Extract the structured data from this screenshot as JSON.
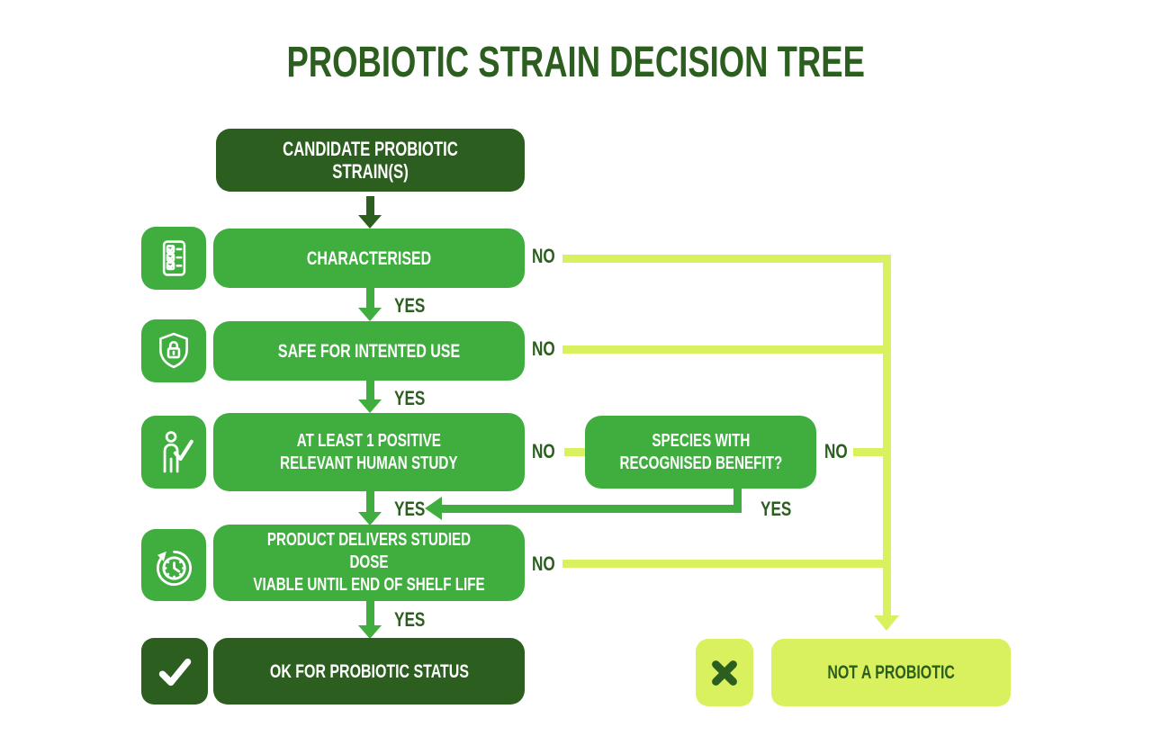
{
  "title": "PROBIOTIC STRAIN DECISION TREE",
  "labels": {
    "yes": "YES",
    "no": "NO"
  },
  "colors": {
    "dark_green": "#2b5e1f",
    "green": "#3fae3f",
    "lime": "#d9f15e",
    "background": "#ffffff",
    "box_text": "#ffffff"
  },
  "nodes": {
    "candidate": {
      "label": "CANDIDATE PROBIOTIC STRAIN(S)"
    },
    "characterised": {
      "label": "CHARACTERISED",
      "icon": "checklist-icon"
    },
    "safe_use": {
      "label": "SAFE FOR INTENTED USE",
      "icon": "shield-lock-icon"
    },
    "human_study": {
      "label": "AT LEAST 1 POSITIVE\nRELEVANT HUMAN STUDY",
      "icon": "person-check-icon"
    },
    "species_benefit": {
      "label": "SPECIES WITH\nRECOGNISED BENEFIT?"
    },
    "shelf_life": {
      "label": "PRODUCT DELIVERS STUDIED DOSE\nVIABLE UNTIL END OF SHELF LIFE",
      "icon": "clock-history-icon"
    },
    "ok_status": {
      "label": "OK FOR PROBIOTIC STATUS",
      "icon": "check-icon"
    },
    "not_probiotic": {
      "label": "NOT A PROBIOTIC",
      "icon": "cross-icon"
    }
  }
}
